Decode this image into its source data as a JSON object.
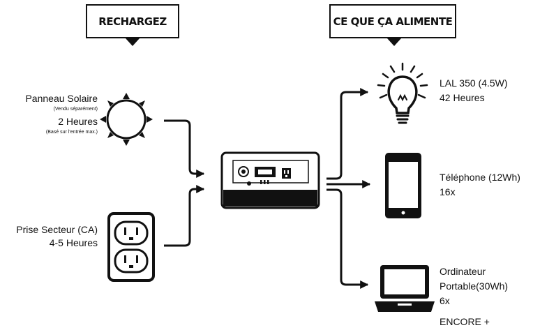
{
  "recharge_header": "RECHARGEZ",
  "power_header": "CE QUE ÇA ALIMENTE",
  "sources": {
    "solar": {
      "name": "Panneau Solaire",
      "note": "(Vendu séparément)",
      "time": "2 Heures",
      "basis": "(Basé sur l'entrée max.)",
      "icon": "sun-icon"
    },
    "outlet": {
      "name": "Prise Secteur (CA)",
      "time": "4-5 Heures",
      "icon": "wall-outlet-icon"
    }
  },
  "station_icon": "power-station-icon",
  "devices": {
    "bulb": {
      "line1": "LAL 350 (4.5W)",
      "line2": "42 Heures",
      "icon": "light-bulb-icon"
    },
    "phone": {
      "line1": "Téléphone (12Wh)",
      "line2": "16x",
      "icon": "smartphone-icon"
    },
    "laptop": {
      "line1": "Ordinateur",
      "line2": "Portable(30Wh)",
      "line3": "6x",
      "icon": "laptop-icon"
    }
  },
  "more": "ENCORE +",
  "colors": {
    "ink": "#111111",
    "background": "#ffffff"
  }
}
